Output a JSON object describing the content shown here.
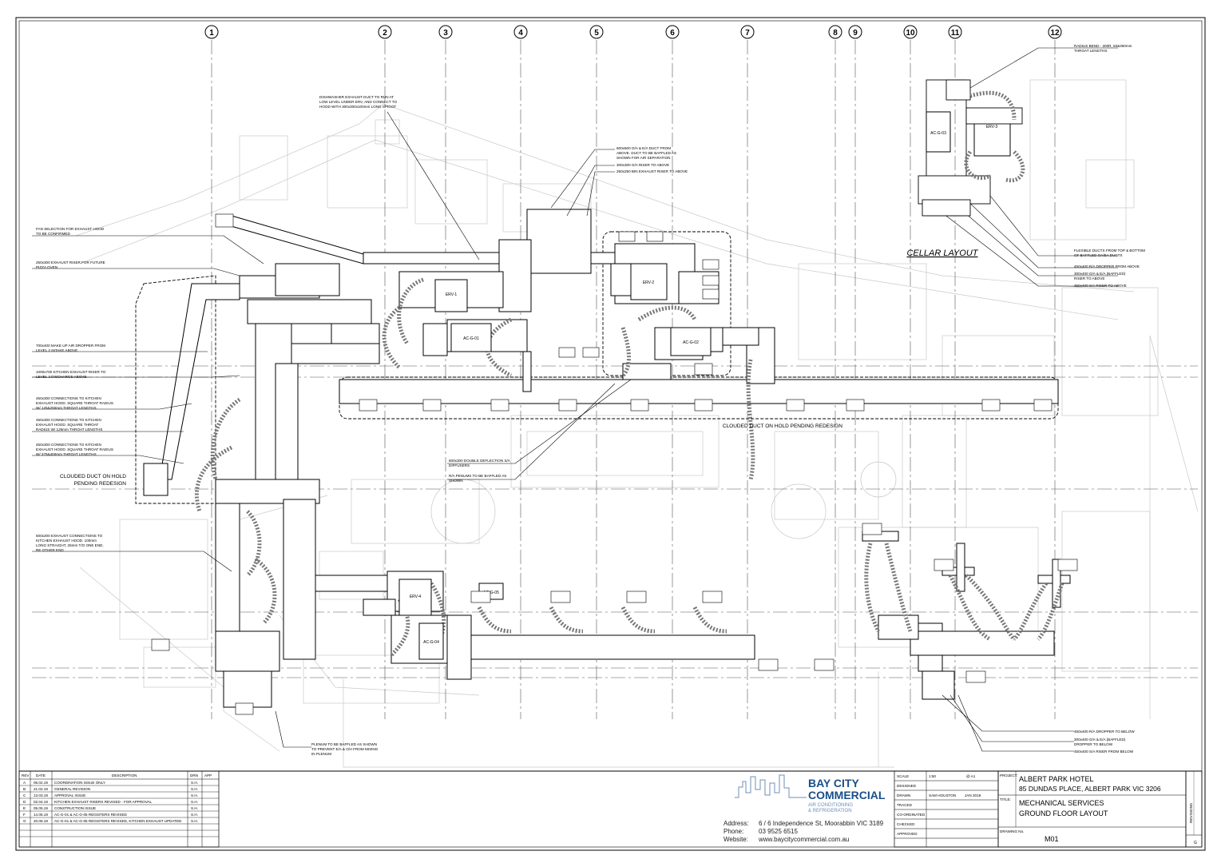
{
  "grid_lines": [
    "1",
    "2",
    "3",
    "4",
    "5",
    "6",
    "7",
    "8",
    "9",
    "10",
    "11",
    "12"
  ],
  "callouts": {
    "dishwasher": [
      "DISHWASHER EXHAUST DUCT TO RUN AT",
      "LOW LEVEL UNDER ERV, AND CONNECT TO",
      "HOOD WITH 300x300x100mm LONG SPIGOT"
    ],
    "top_a": [
      "600x500 O/A & E/A DUCT FROM",
      "ABOVE. DUCT TO BE BAFFLED AS",
      "SHOWN FOR AIR SEPARATION"
    ],
    "top_b": "300x300 O/A RISER TO ABOVE",
    "top_c": "250x250 BIN EXHAUST RISER TO ABOVE",
    "fan_selection": [
      "FAN SELECTION FOR EXHAUST HOOD",
      "TO BE CONFIRMED"
    ],
    "pizza": [
      "250x300 EXHAUST RISER FOR FUTURE",
      "PIZZA OVEN"
    ],
    "makeup": [
      "700x400 MAKE UP AIR DROPPER FROM",
      "LEVEL 2 INTAKE ABOVE"
    ],
    "kitchen_riser": [
      "1000x700 KITCHEN EXHAUST RISER TO",
      "LEVEL 2 DISCHARGE ABOVE"
    ],
    "conn1": [
      "450x300 CONNECTIONS TO KITCHEN",
      "EXHAUST HOOD. SQUARE THROAT RADIUS",
      "W/ 125&250mm THROAT LENGTHS"
    ],
    "conn2": [
      "450x300 CONNECTIONS TO KITCHEN",
      "EXHAUST HOOD. SQUARE THROAT",
      "RADIUS W/ 125mm THROAT LENGTHS"
    ],
    "conn3": [
      "450x300 CONNECTIONS TO KITCHEN",
      "EXHAUST HOOD. SQUARE THROAT RADIUS",
      "W/ 375&400mm THROAT LENGTHS"
    ],
    "clouded_left": [
      "CLOUDED DUCT ON HOLD",
      "PENDING REDESIGN"
    ],
    "clouded_center": "CLOUDED DUCT ON HOLD PENDING REDESIGN",
    "conn4": [
      "500x200 EXHAUST CONNECTIONS TO",
      "KITCHEN EXHAUST HOOD. 100mm",
      "LONG STRAIGHT, 25mm T/O ONE END,",
      "RE OTHER END"
    ],
    "diffusers": [
      "600x300 DOUBLE DEFLECTION S/A",
      "DIFFUSERS"
    ],
    "plenums": [
      "R/A PENUMS TO BE BAFFLED AS",
      "SHOWN"
    ],
    "plenum_bottom": [
      "PLENUM TO BE BAFFLED AS SHOWN",
      "TO PREVENT E/A & O/A FROM MIXING",
      "IN PLENUM"
    ],
    "radius_bend": [
      "RADIUS BEND - 200R, 50&350mm",
      "THROAT LENGTHS"
    ],
    "cellar_title": "CELLAR LAYOUT",
    "cellar_notes": [
      "FLEXIBLE DUCTS FROM TOP & BOTTOM",
      "OF BAFFLED OA/EA DUCTS",
      "450x400 R/A DROPPER FROM ABOVE",
      "300x400 O/A & E/A (BAFFLED)",
      "RISER TO ABOVE",
      "450x400 S/A RISER TO ABOVE"
    ],
    "right_notes": [
      "450x400 R/A DROPPER TO BELOW",
      "300x400 O/A & E/A (BAFFLED)",
      "DROPPER TO BELOW",
      "450x400 S/A RISER FROM BELOW"
    ]
  },
  "equipment_labels": [
    "ERV-1",
    "ERV-2",
    "ERV-3",
    "ERV-4",
    "AC-G-01",
    "AC-G-02",
    "AC-G-03",
    "AC-G-04",
    "AC-G-05"
  ],
  "revisions": {
    "headers": [
      "REV",
      "DATE",
      "DESCRIPTION",
      "DRN",
      "APP"
    ],
    "rows": [
      [
        "A",
        "06.02.19",
        "COORDINATION ISSUE ONLY",
        "S.H.",
        ""
      ],
      [
        "B",
        "21.02.19",
        "GENERAL REVISION",
        "S.H.",
        ""
      ],
      [
        "C",
        "13.03.19",
        "APPROVAL ISSUE",
        "S.H.",
        ""
      ],
      [
        "D",
        "02.04.19",
        "KITCHEN EXHAUST RISERS REVISED - FOR APPROVAL",
        "S.H.",
        ""
      ],
      [
        "E",
        "05.05.19",
        "CONSTRUCTION ISSUE",
        "S.H.",
        ""
      ],
      [
        "F",
        "14.05.19",
        "AC-G-01 & AC-G-05 REGISTERS REVISED",
        "S.H.",
        ""
      ],
      [
        "G",
        "20.05.19",
        "AC-G-01 & AC-G-05 REGISTERS REVISED, KITCHEN EXHAUST UPDATED",
        "S.H.",
        ""
      ]
    ]
  },
  "company": {
    "name_line1": "BAY CITY",
    "name_line2": "COMMERCIAL",
    "tagline1": "AIR CONDITIONING",
    "tagline2": "& REFRIGERATION",
    "address_label": "Address:",
    "address": "6 / 6 Independence St, Moorabbin VIC 3189",
    "phone_label": "Phone:",
    "phone": "03 9525 6515",
    "website_label": "Website:",
    "website": "www.baycitycommercial.com.au",
    "brand_color": "#1a4f8a",
    "accent_color": "#6f8fb5"
  },
  "title_block": {
    "scale_label": "SCALE",
    "scale": "1:50",
    "sheet_size": "@ A1",
    "designed_label": "DESIGNED",
    "drawn_label": "DRAWN",
    "drawn": "SAM HOUSTON",
    "date": "JAN 2019",
    "traced_label": "TRACED",
    "coordinated_label": "CO-ORDINATED",
    "checked_label": "CHECKED",
    "approved_label": "APPROVED",
    "project_label": "PROJECT:",
    "project_line1": "ALBERT PARK HOTEL",
    "project_line2": "85 DUNDAS PLACE, ALBERT PARK VIC 3206",
    "title_label": "TITLE:",
    "title_line1": "MECHANICAL SERVICES",
    "title_line2": "GROUND FLOOR LAYOUT",
    "drawing_no_label": "DRAWING No.",
    "drawing_no": "M01",
    "revisions_label": "REVISIONS",
    "revision": "G"
  }
}
